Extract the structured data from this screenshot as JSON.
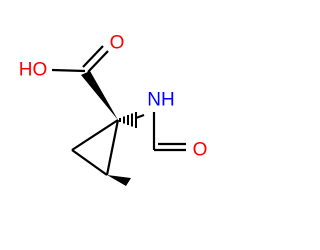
{
  "molecule": {
    "atoms": {
      "hydroxyl": "HO",
      "carbonyl_acid_oxygen": "O",
      "amine": "NH",
      "formyl_oxygen": "O"
    },
    "colors": {
      "bond": "#000000",
      "oxygen": "#ff0000",
      "nitrogen": "#0000ff"
    }
  }
}
